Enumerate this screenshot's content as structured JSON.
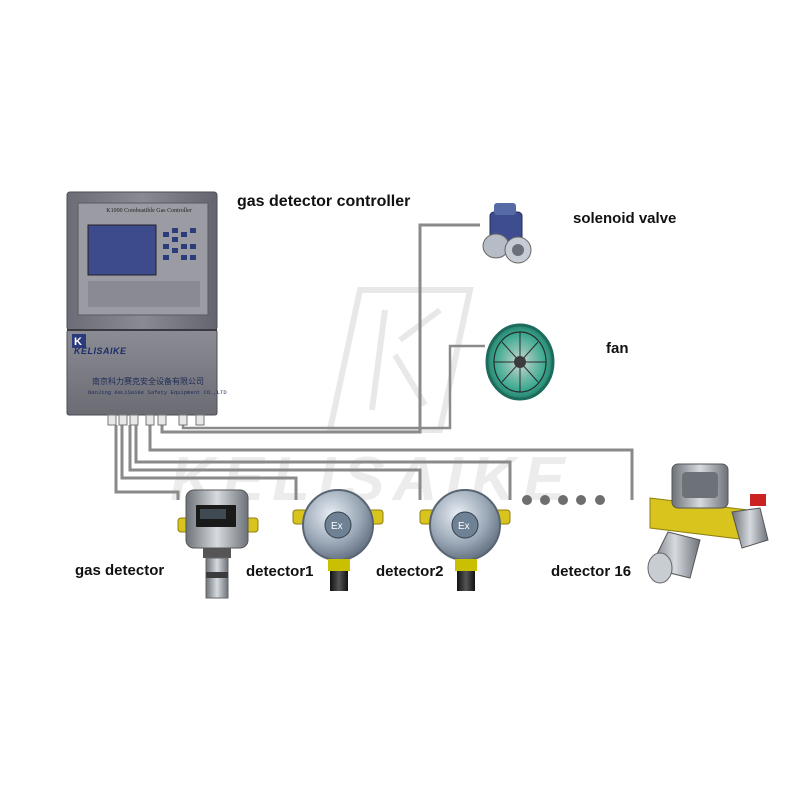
{
  "labels": {
    "controller": "gas detector controller",
    "solenoid_valve": "solenoid valve",
    "fan": "fan",
    "gas_detector": "gas detector",
    "detector1": "detector1",
    "detector2": "detector2",
    "detector16": "detector 16"
  },
  "controller_panel": {
    "title": "K1000 Combustible Gas Controller",
    "brand": "KELISAIKE",
    "company_cn": "南京科力赛克安全设备有限公司",
    "company_en": "NanJing KeLiSaiKe Safety Equipment CO.,LTD"
  },
  "device_badge": "Ex",
  "colors": {
    "wire": "#8a8a8a",
    "controller_body": "#7d7d87",
    "screen": "#3d4a8c",
    "detector_yellow": "#d8c41c",
    "fan_green": "#2f9e86",
    "valve_blue": "#3d4d8f",
    "connector_dots": "#6e6e6e"
  }
}
